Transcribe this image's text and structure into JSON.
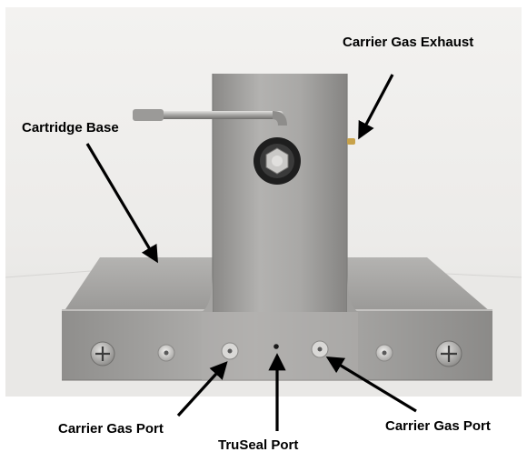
{
  "labels": {
    "carrier_gas_exhaust": "Carrier Gas Exhaust",
    "cartridge_base": "Cartridge Base",
    "carrier_gas_port_left": "Carrier Gas Port",
    "truseal_port": "TruSeal Port",
    "carrier_gas_port_right": "Carrier Gas Port"
  },
  "colors": {
    "background": "#ffffff",
    "photo_wall": "#ecebe9",
    "metal_light": "#b9b8b6",
    "metal_mid": "#9b9a98",
    "metal_dark": "#6d6c6a",
    "label_text": "#000000",
    "arrow": "#000000",
    "brass_fitting": "#c8a24a"
  }
}
